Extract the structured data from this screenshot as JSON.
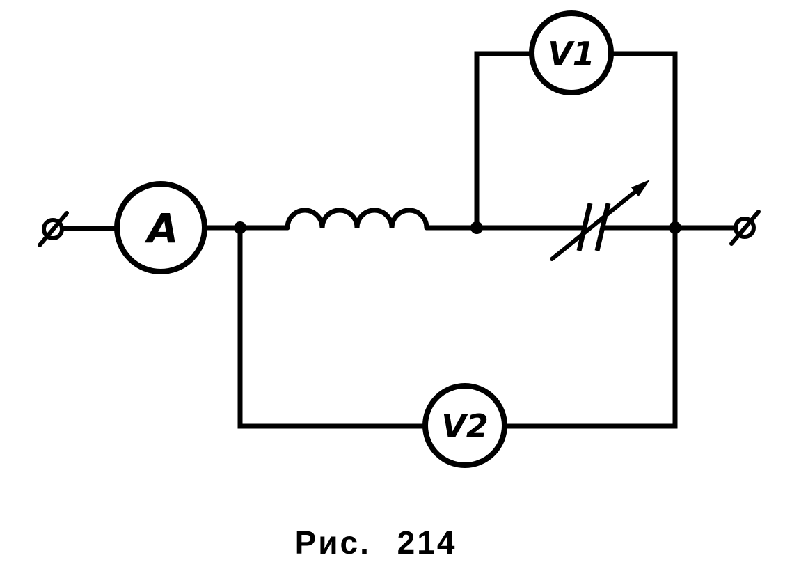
{
  "figure": {
    "type": "electrical-circuit-diagram",
    "caption": "Рис. 214",
    "components": {
      "ammeter": {
        "label": "A",
        "symbol": "circle-meter"
      },
      "voltmeter1": {
        "label": "V1",
        "symbol": "circle-meter"
      },
      "voltmeter2": {
        "label": "V2",
        "symbol": "circle-meter"
      },
      "inductor": {
        "symbol": "coil-4-loops-icon"
      },
      "capacitor": {
        "symbol": "variable-capacitor-arrow-icon"
      },
      "terminal_left": {
        "symbol": "open-terminal-icon"
      },
      "terminal_right": {
        "symbol": "open-terminal-icon"
      }
    },
    "colors": {
      "line": "#000000",
      "background": "#ffffff"
    }
  }
}
